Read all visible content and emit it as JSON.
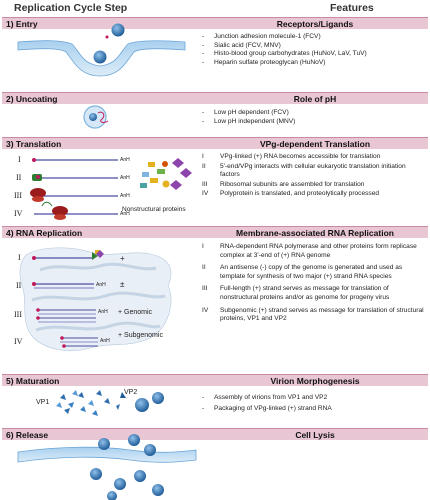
{
  "header": {
    "step_title": "Replication Cycle Step",
    "features_title": "Features"
  },
  "entry": {
    "step": "1) Entry",
    "title": "Receptors/Ligands",
    "items": [
      "Junction adhesion molecule-1  (FCV)",
      "Sialic acid (FCV, MNV)",
      "Histo-blood group carbohydrates (HuNoV, LaV, TuV)",
      "Heparin sulfate proteoglycan (HuNoV)"
    ]
  },
  "uncoating": {
    "step": "2) Uncoating",
    "title": "Role of pH",
    "items": [
      "Low pH dependent (FCV)",
      "Low pH independent (MNV)"
    ]
  },
  "translation": {
    "step": "3) Translation",
    "title": "VPg-dependent Translation",
    "numerals": [
      "I",
      "II",
      "III",
      "IV"
    ],
    "items": [
      {
        "num": "I",
        "text": "VPg-linked (+) RNA becomes accessible for translation"
      },
      {
        "num": "II",
        "text": "5'-end/VPg interacts with cellular eukaryotic translation initiation factors"
      },
      {
        "num": "III",
        "text": "Ribosomal subunits are assembled for translation"
      },
      {
        "num": "IV",
        "text": "Polyprotein is translated, and proteolytically processed"
      }
    ],
    "polya": "AnH",
    "nsp_label": "Nonstructural proteins"
  },
  "rna_replication": {
    "step": "4) RNA Replication",
    "title": "Membrane-associated RNA Replication",
    "numerals": [
      "I",
      "II",
      "III",
      "IV"
    ],
    "polya": "AnH",
    "plus": "+",
    "plusminus": "±",
    "genomic": "+ Genomic",
    "subgenomic": "+ Subgenomic",
    "items": [
      {
        "num": "I",
        "text": "RNA-dependent RNA polymerase and other proteins form replicase complex at 3'-end of (+) RNA genome"
      },
      {
        "num": "II",
        "text": "An antisense (-) copy of the genome is generated and used as template for synthesis of two major (+) strand RNA species"
      },
      {
        "num": "III",
        "text": "Full-length (+) strand serves as message for translation of nonstructural proteins and/or as genome for progeny virus"
      },
      {
        "num": "IV",
        "text": "Subgenomic (+) strand serves as message for translation of structural proteins, VP1 and VP2"
      }
    ]
  },
  "maturation": {
    "step": "5) Maturation",
    "title": "Virion Morphogenesis",
    "vp1": "VP1",
    "vp2": "VP2",
    "items": [
      "Assembly of virions from VP1 and VP2",
      "Packaging of VPg-linked (+) strand RNA"
    ]
  },
  "release": {
    "step": "6) Release",
    "title": "Cell Lysis"
  },
  "colors": {
    "band": "#e8c6d4",
    "membrane": "#7fb6e0",
    "membrane_fill": "#cfe4f5",
    "virion": "#2d6fae",
    "rna": "#4b4fa3",
    "ribosome": "#9b1c1c"
  }
}
